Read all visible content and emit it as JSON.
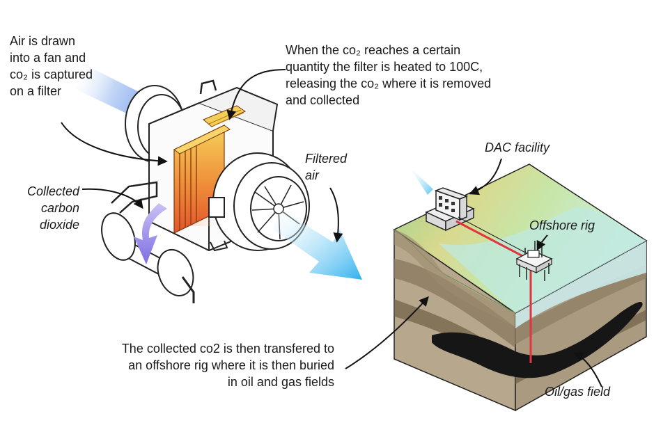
{
  "labels": {
    "fan_intake": [
      "Air is drawn",
      "into a fan and",
      "co₂ is captured",
      "on a filter"
    ],
    "filter_heat": [
      "When the co₂ reaches a certain",
      "quantity the filter is heated to 100C,",
      "releasing the co₂ where it is removed",
      "and collected"
    ],
    "filtered_air": [
      "Filtered",
      "air"
    ],
    "collected_carbon": [
      "Collected",
      "carbon",
      "dioxide"
    ],
    "dac_facility": "DAC facility",
    "offshore_rig": "Offshore rig",
    "transfer": [
      "The collected co2 is then transfered to",
      "an offshore rig where it is then buried",
      "in oil and gas fields"
    ],
    "oil_gas_field": "Oil/gas field"
  },
  "colors": {
    "air_blue": "#8fb4f0",
    "filtered_air": "#35b5ee",
    "co2_arrow": "#8b7de6",
    "filter_gold": "#f2c54a",
    "filter_orange": "#e8642b",
    "land_green": "#bfe3a6",
    "sea": "#cfeef0",
    "pipe_red": "#e0353f",
    "oil": "#1a1a1a"
  }
}
